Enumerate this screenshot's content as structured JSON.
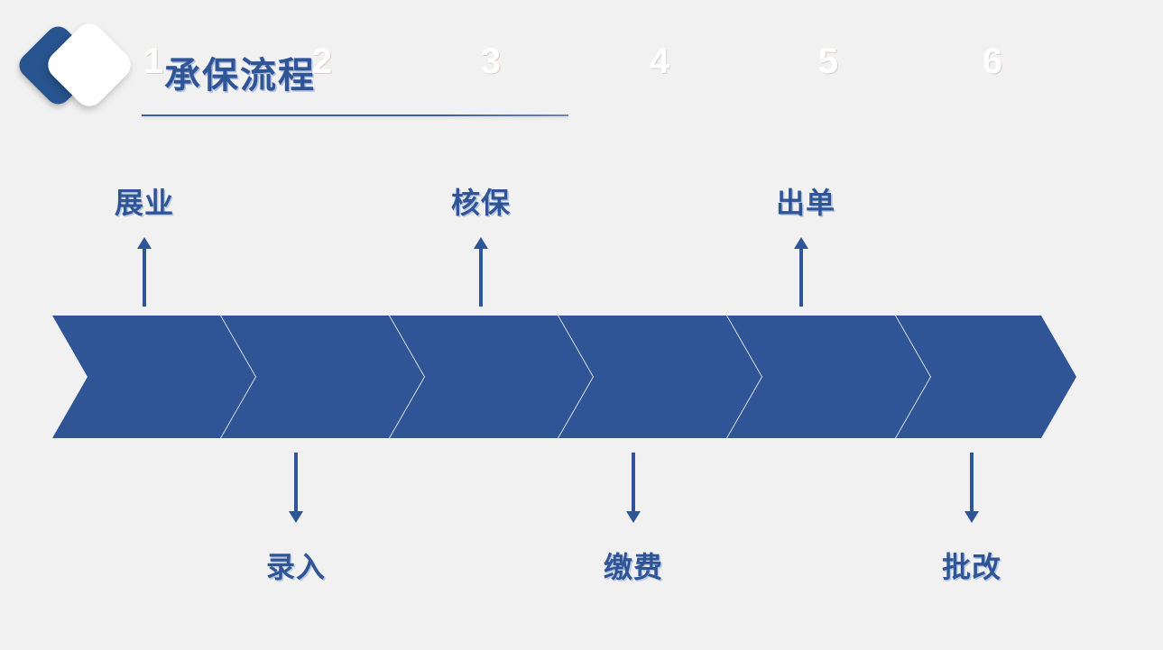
{
  "header": {
    "title": "承保流程",
    "logo_icon": "double-diamond-logo",
    "divider": "title-underline-rule"
  },
  "colors": {
    "background": "#f1f1f1",
    "chevron_fill": "#2f5596",
    "text_blue": "#2f5597",
    "logo_blue": "#27548e",
    "logo_white": "#ffffff",
    "number_text": "#ffffff"
  },
  "chart_data": {
    "type": "diagram",
    "diagram_kind": "chevron-process-flow",
    "title": "承保流程",
    "step_count": 6,
    "steps": [
      {
        "number": "1",
        "label": "展业",
        "label_position": "above",
        "arrow": "up-arrow"
      },
      {
        "number": "2",
        "label": "录入",
        "label_position": "below",
        "arrow": "down-arrow"
      },
      {
        "number": "3",
        "label": "核保",
        "label_position": "above",
        "arrow": "up-arrow"
      },
      {
        "number": "4",
        "label": "缴费",
        "label_position": "below",
        "arrow": "down-arrow"
      },
      {
        "number": "5",
        "label": "出单",
        "label_position": "above",
        "arrow": "up-arrow"
      },
      {
        "number": "6",
        "label": "批改",
        "label_position": "below",
        "arrow": "down-arrow"
      }
    ]
  },
  "flow": {
    "steps": [
      {
        "number": "1",
        "label": "展业",
        "position": "above"
      },
      {
        "number": "2",
        "label": "录入",
        "position": "below"
      },
      {
        "number": "3",
        "label": "核保",
        "position": "above"
      },
      {
        "number": "4",
        "label": "缴费",
        "position": "below"
      },
      {
        "number": "5",
        "label": "出单",
        "position": "above"
      },
      {
        "number": "6",
        "label": "批改",
        "position": "below"
      }
    ]
  }
}
